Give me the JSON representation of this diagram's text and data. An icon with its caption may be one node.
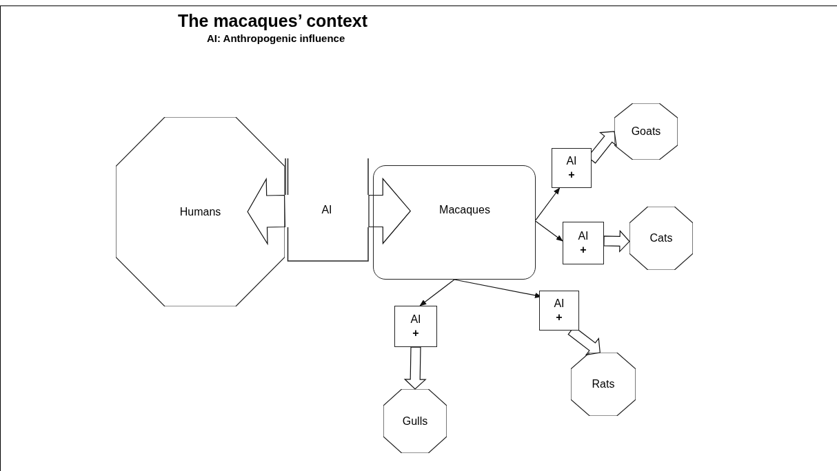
{
  "diagram": {
    "title": "The macaques’ context",
    "nodes": [
      {
        "text": [
          "Humans"
        ]
      },
      {
        "text": [
          "AI"
        ]
      },
      {
        "text": [
          "Macaques"
        ]
      },
      {
        "text": [
          "AI",
          "+"
        ]
      },
      {
        "text": [
          "Goats"
        ]
      },
      {
        "text": [
          "AI",
          "+"
        ]
      },
      {
        "text": [
          "Cats"
        ]
      },
      {
        "text": [
          "AI",
          "+"
        ]
      },
      {
        "text": [
          "Gulls"
        ]
      },
      {
        "text": [
          "AI",
          "+"
        ]
      },
      {
        "text": [
          "Rats"
        ]
      }
    ],
    "edges": [
      {
        "from": 1,
        "to": 0,
        "arrow": "to",
        "style": "thick"
      },
      {
        "from": 1,
        "to": 2,
        "arrow": "to",
        "style": "thick"
      },
      {
        "from": 2,
        "to": 3,
        "arrow": "to"
      },
      {
        "from": 3,
        "to": 4,
        "arrow": "to",
        "style": "thick"
      },
      {
        "from": 2,
        "to": 5,
        "arrow": "to"
      },
      {
        "from": 5,
        "to": 6,
        "arrow": "to",
        "style": "thick"
      },
      {
        "from": 2,
        "to": 7,
        "arrow": "to"
      },
      {
        "from": 7,
        "to": 8,
        "arrow": "to",
        "style": "thick"
      },
      {
        "from": 2,
        "to": 9,
        "arrow": "to"
      },
      {
        "from": 9,
        "to": 10,
        "arrow": "to",
        "style": "thick"
      }
    ],
    "labels": [
      "AI: Anthropogenic influence"
    ]
  }
}
